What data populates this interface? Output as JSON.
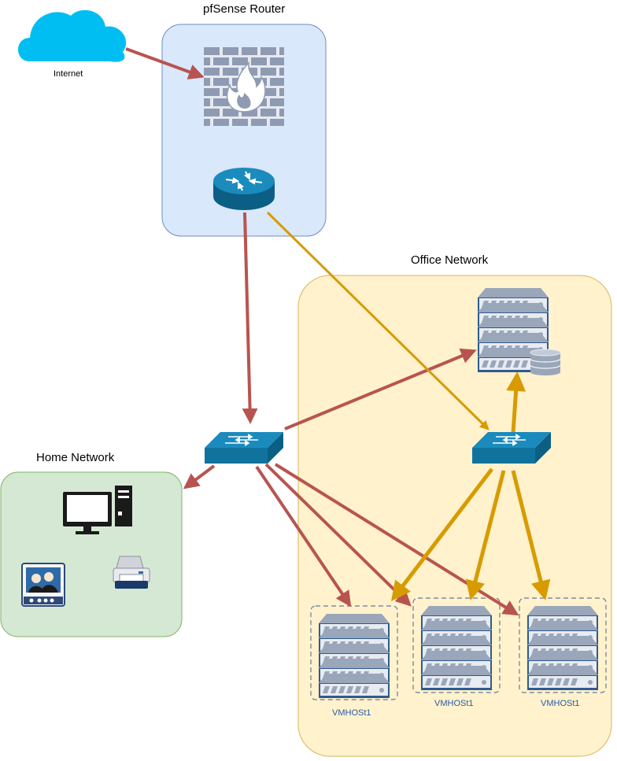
{
  "diagram": {
    "router_group": {
      "title": "pfSense Router"
    },
    "office_group": {
      "title": "Office Network"
    },
    "home_group": {
      "title": "Home Network"
    },
    "internet": {
      "label": "Internet"
    },
    "vm_hosts": [
      {
        "label": "VMHOSt1"
      },
      {
        "label": "VMHOSt1"
      },
      {
        "label": "VMHOSt1"
      }
    ]
  },
  "colors": {
    "red_link": "#b85450",
    "yellow_link": "#d79b00",
    "router_fill": "#dae8fc",
    "office_fill": "#fff2cc",
    "home_fill": "#d5e8d4",
    "device_blue": "#10739e",
    "cloud": "#00bef2"
  }
}
